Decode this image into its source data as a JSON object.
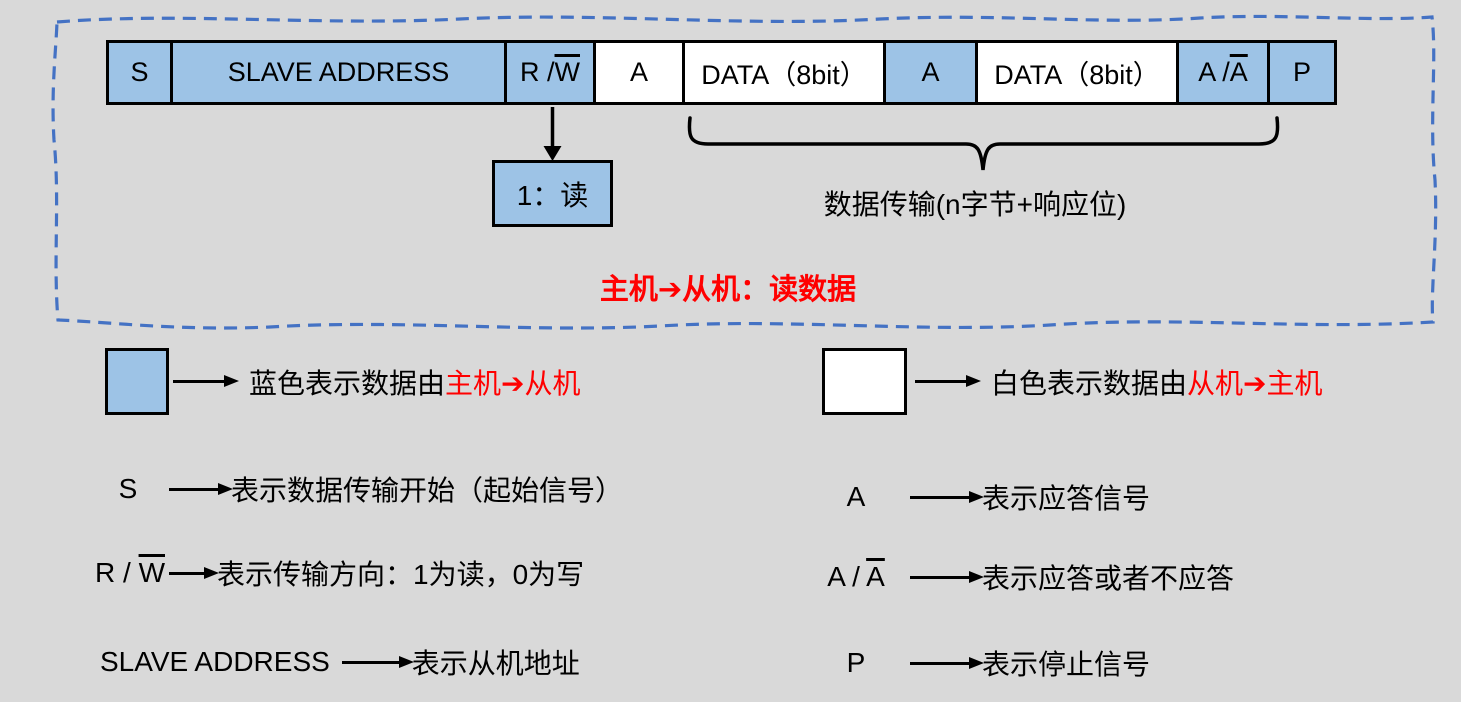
{
  "colors": {
    "background": "#D9D9D9",
    "box_blue": "#9DC3E6",
    "box_white": "#FFFFFF",
    "box_border": "#000000",
    "dashed_border": "#4472C4",
    "red_text": "#FF0000"
  },
  "frame": {
    "cells": [
      {
        "pre": "S",
        "over": "",
        "fill": "blue"
      },
      {
        "pre": "SLAVE ADDRESS",
        "over": "",
        "fill": "blue"
      },
      {
        "pre": "R / ",
        "over": "W",
        "fill": "blue"
      },
      {
        "pre": "A",
        "over": "",
        "fill": "white"
      },
      {
        "pre": "DATA（8bit）",
        "over": "",
        "fill": "white"
      },
      {
        "pre": "A",
        "over": "",
        "fill": "blue"
      },
      {
        "pre": "DATA（8bit）",
        "over": "",
        "fill": "white"
      },
      {
        "pre": "A / ",
        "over": "A",
        "fill": "blue"
      },
      {
        "pre": "P",
        "over": "",
        "fill": "blue"
      }
    ],
    "read_box_label": "1：读",
    "brace_label": "数据传输(n字节+响应位)",
    "heading_red": "主机➔从机：读数据"
  },
  "legend": {
    "blue_swatch": {
      "black": "蓝色表示数据由",
      "red": "主机➔从机"
    },
    "white_swatch": {
      "black": "白色表示数据由",
      "red": "从机➔主机"
    },
    "rows": [
      {
        "key_pre": "S",
        "key_over": "",
        "desc": "表示数据传输开始（起始信号）"
      },
      {
        "key_pre": "A",
        "key_over": "",
        "desc": "表示应答信号"
      },
      {
        "key_pre": "R / ",
        "key_over": "W",
        "desc": "表示传输方向：1为读，0为写"
      },
      {
        "key_pre": "A / ",
        "key_over": "A",
        "desc": "表示应答或者不应答"
      },
      {
        "key_pre": "SLAVE ADDRESS",
        "key_over": "",
        "desc": "表示从机地址"
      },
      {
        "key_pre": "P",
        "key_over": "",
        "desc": "表示停止信号"
      }
    ]
  }
}
